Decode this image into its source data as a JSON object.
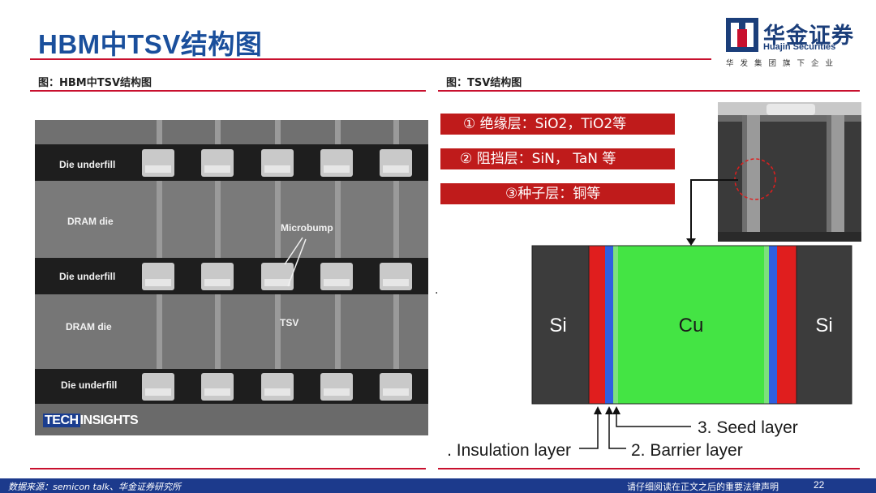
{
  "slide": {
    "title": "HBM中TSV结构图",
    "page_number": "22"
  },
  "logo": {
    "name_cn": "华金证券",
    "name_en": "Huajin Securities",
    "slogan": "华发集团旗下企业",
    "colors": {
      "navy": "#1b3e7a",
      "red": "#c8102e"
    }
  },
  "left_figure": {
    "caption": "图：HBM中TSV结构图",
    "labels": {
      "underfill_1": "Die underfill",
      "dram_1": "DRAM die",
      "microbump": "Microbump",
      "underfill_2": "Die underfill",
      "dram_2": "DRAM die",
      "tsv": "TSV",
      "underfill_3": "Die underfill"
    },
    "watermark": {
      "part1": "TECH",
      "part2": "INSIGHTS"
    }
  },
  "right_figure": {
    "caption": "图：TSV结构图",
    "layers": [
      {
        "label": "① 绝缘层：SiO2，TiO2等"
      },
      {
        "label": "② 阻挡层：SiN， TaN     等"
      },
      {
        "label": "③种子层：铜等"
      }
    ],
    "diagram": {
      "si_left": "Si",
      "cu": "Cu",
      "si_right": "Si",
      "insulation": ". Insulation layer",
      "barrier": "2. Barrier layer",
      "seed": "3. Seed layer",
      "dot": "."
    },
    "colors": {
      "si": "#3c3c3c",
      "insulation": "#e01e1e",
      "barrier": "#2f5fe0",
      "seed": "#7de07d",
      "cu": "#44e444"
    }
  },
  "footer": {
    "source": "数据来源：semicon talk、华金证券研究所",
    "legal": "请仔细阅读在正文之后的重要法律声明"
  },
  "colors": {
    "title_blue": "#1a4f9c",
    "rule_red": "#c8102e",
    "footer_blue": "#1c3a8c",
    "box_red": "#bf1b1b"
  }
}
